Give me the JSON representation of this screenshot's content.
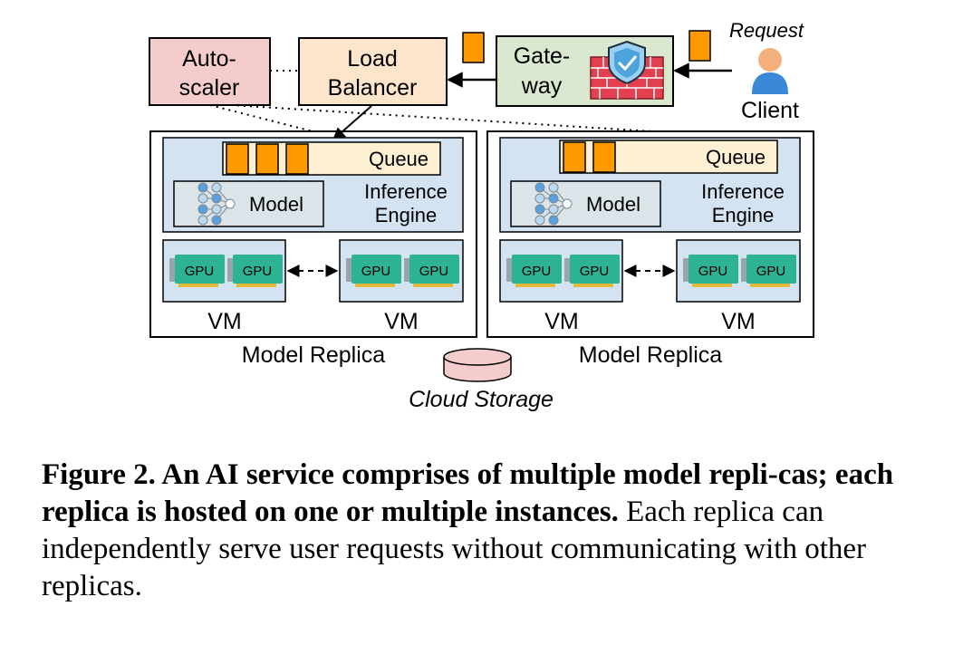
{
  "diagram": {
    "client": {
      "label": "Client",
      "request_label": "Request",
      "icon": "user-icon"
    },
    "gateway": {
      "label_line1": "Gate-",
      "label_line2": "way",
      "icon": "firewall-shield-icon",
      "fill": "#dae8cf"
    },
    "load_balancer": {
      "label_line1": "Load",
      "label_line2": "Balancer",
      "fill": "#fde5cc"
    },
    "autoscaler": {
      "label_line1": "Auto-",
      "label_line2": "scaler",
      "fill": "#f5cccc"
    },
    "replicas": [
      {
        "label": "Model Replica",
        "queue_label": "Queue",
        "model_label": "Model",
        "engine_label_line1": "Inference",
        "engine_label_line2": "Engine",
        "vms": [
          {
            "label": "VM",
            "gpus": [
              "GPU",
              "GPU"
            ]
          },
          {
            "label": "VM",
            "gpus": [
              "GPU",
              "GPU"
            ]
          }
        ]
      },
      {
        "label": "Model Replica",
        "queue_label": "Queue",
        "model_label": "Model",
        "engine_label_line1": "Inference",
        "engine_label_line2": "Engine",
        "vms": [
          {
            "label": "VM",
            "gpus": [
              "GPU",
              "GPU"
            ]
          },
          {
            "label": "VM",
            "gpus": [
              "GPU",
              "GPU"
            ]
          }
        ]
      }
    ],
    "storage": {
      "label": "Cloud Storage",
      "fill": "#f5cccc"
    },
    "colors": {
      "request_orange": "#ff9900",
      "engine_blue": "#d4e3f2",
      "gpu_green": "#2cb394",
      "queue_fill": "#fdf0d3",
      "model_fill": "#dbe4e8"
    }
  },
  "caption": {
    "bold_line": "Figure 2. An AI service comprises of multiple model repli-cas; each replica is hosted on one or multiple instances.",
    "normal_line": "Each replica can independently serve user requests without communicating with other replicas."
  }
}
